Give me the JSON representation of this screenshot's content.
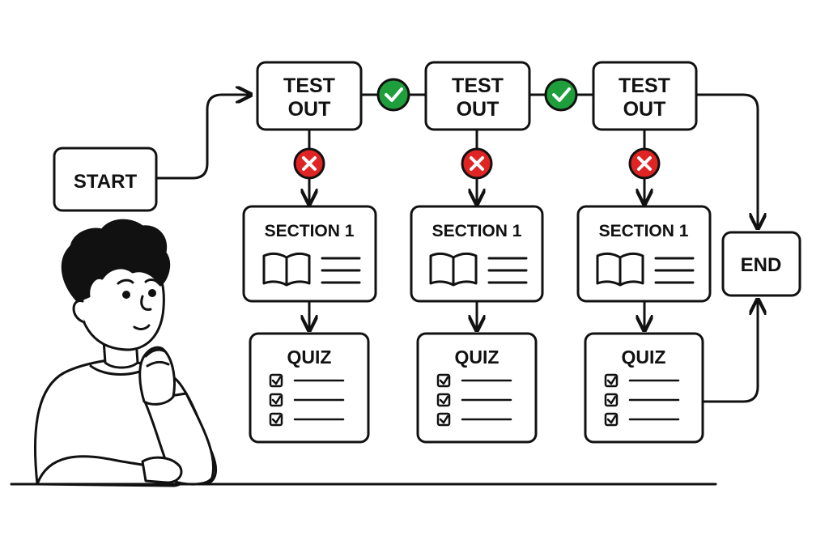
{
  "flow": {
    "start_label": "START",
    "end_label": "END",
    "test_out_lines": [
      "TEST",
      "OUT"
    ],
    "columns": [
      {
        "section_label": "SECTION 1",
        "quiz_label": "QUIZ"
      },
      {
        "section_label": "SECTION 1",
        "quiz_label": "QUIZ"
      },
      {
        "section_label": "SECTION 1",
        "quiz_label": "QUIZ"
      }
    ],
    "pass_color": "#1f9e3c",
    "fail_color": "#e02424",
    "stroke_color": "#111111"
  },
  "illustration": {
    "figure": "thinking-person"
  }
}
